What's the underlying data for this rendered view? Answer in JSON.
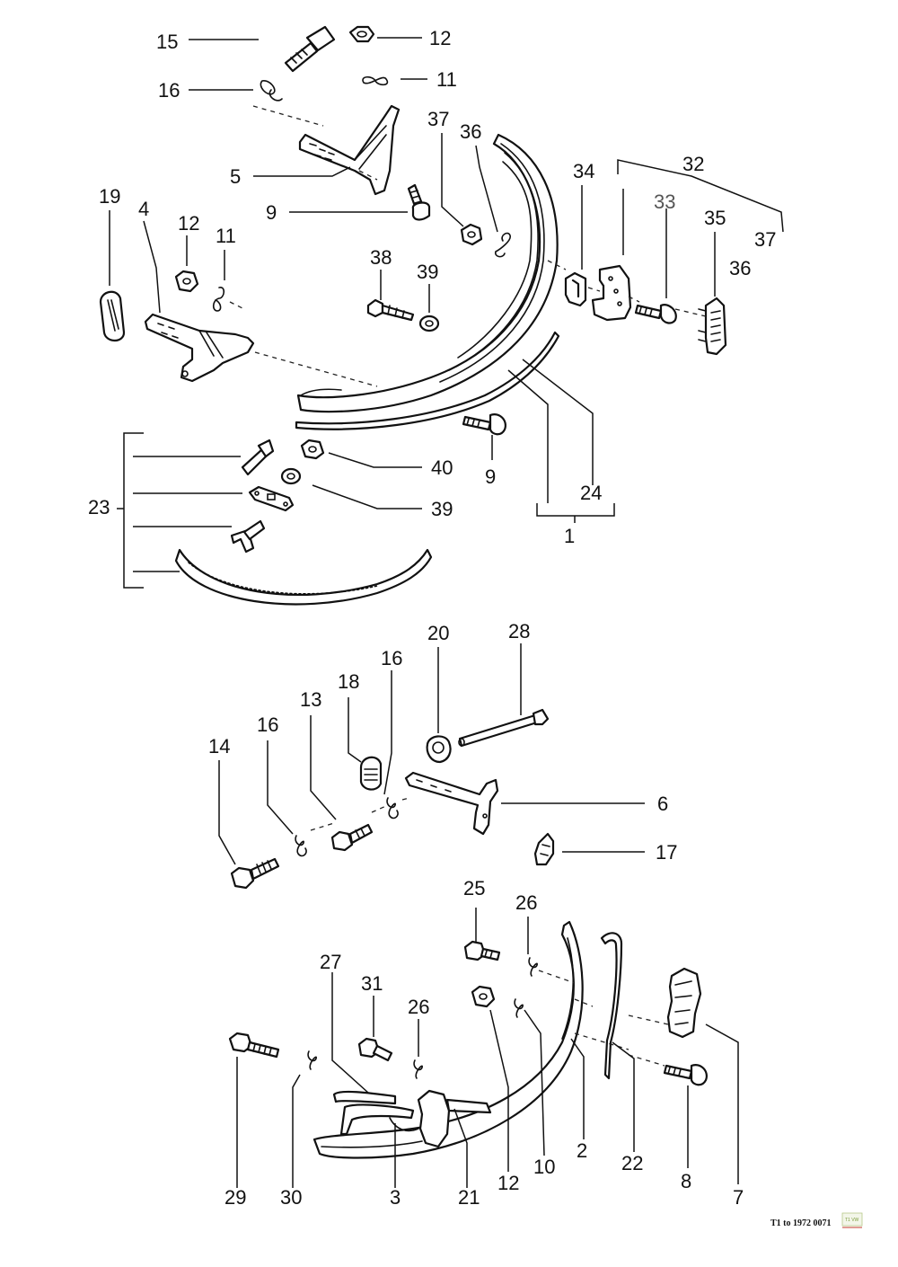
{
  "diagram": {
    "labels": {
      "l15": "15",
      "l12a": "12",
      "l16a": "16",
      "l11a": "11",
      "l37a": "37",
      "l36a": "36",
      "l34": "34",
      "l32": "32",
      "l5": "5",
      "l9a": "9",
      "l19": "19",
      "l4": "4",
      "l12b": "12",
      "l11b": "11",
      "l33": "33",
      "l35": "35",
      "l37b": "37",
      "l36b": "36",
      "l38": "38",
      "l39a": "39",
      "l23": "23",
      "l40": "40",
      "l39b": "39",
      "l9b": "9",
      "l24": "24",
      "l1": "1",
      "l20": "20",
      "l28": "28",
      "l18": "18",
      "l16b": "16",
      "l13": "13",
      "l16c": "16",
      "l14": "14",
      "l6": "6",
      "l17": "17",
      "l25": "25",
      "l26a": "26",
      "l27": "27",
      "l31": "31",
      "l26b": "26",
      "l29": "29",
      "l30": "30",
      "l3": "3",
      "l21": "21",
      "l12c": "12",
      "l10": "10",
      "l2": "2",
      "l22": "22",
      "l8": "8",
      "l7": "7"
    },
    "footer": "T1 to 1972 0071",
    "logo_text": "T1 VW"
  }
}
